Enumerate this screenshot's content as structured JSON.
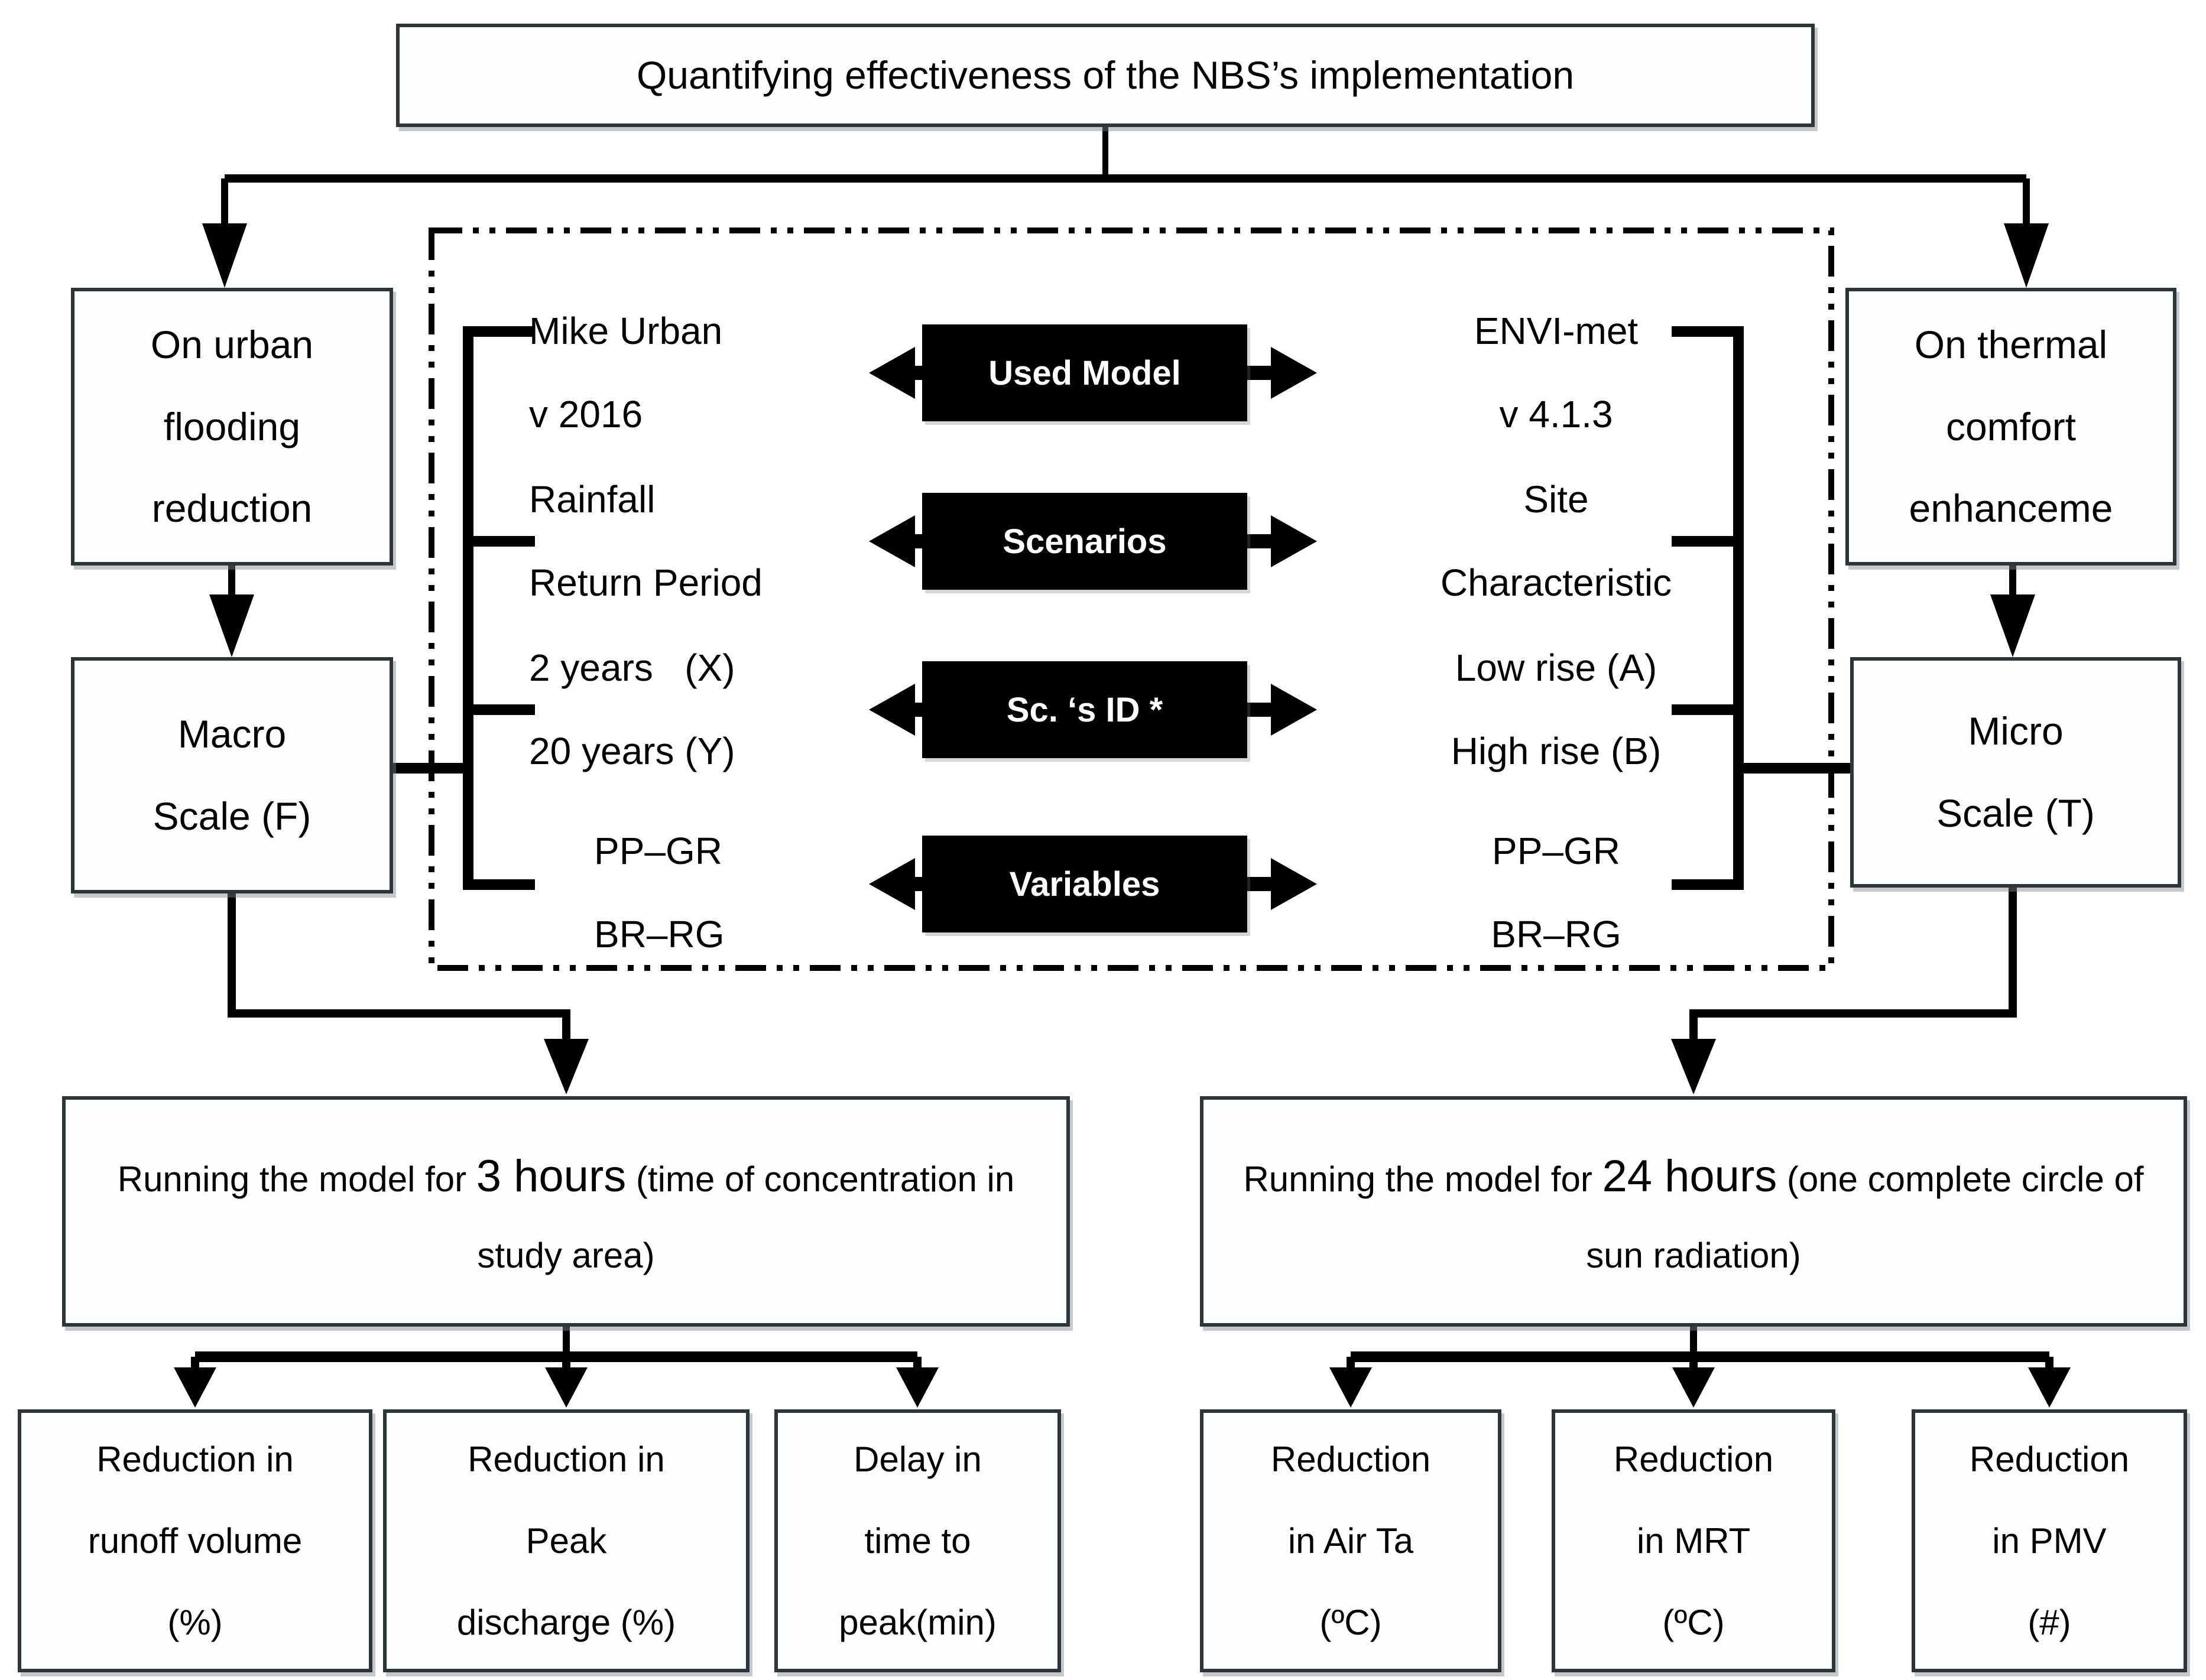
{
  "title": "Quantifying effectiveness of the NBS’s implementation",
  "branches": {
    "flood": {
      "focus": "On urban\nflooding\nreduction",
      "scale": "Macro\nScale (F)",
      "running_prefix": "Running the model for ",
      "running_duration": "3 hours",
      "running_suffix": " (time of concentration in study area)",
      "outcomes": [
        "Reduction in\nrunoff volume\n(%)",
        "Reduction in\nPeak\ndischarge (%)",
        "Delay in\ntime to\npeak(min)"
      ]
    },
    "thermal": {
      "focus": "On thermal\ncomfort\nenhanceme",
      "scale": "Micro\nScale (T)",
      "running_prefix": "Running the model for ",
      "running_duration": "24 hours",
      "running_suffix": " (one complete circle of sun radiation)",
      "outcomes": [
        "Reduction\nin Air Ta\n(ºC)",
        "Reduction\nin MRT\n(ºC)",
        "Reduction\nin PMV\n(#)"
      ]
    }
  },
  "matrix": {
    "rows": [
      {
        "left": "Mike Urban\nv 2016",
        "category": "Used Model",
        "right": "ENVI-met\nv 4.1.3"
      },
      {
        "left": "Rainfall\nReturn Period",
        "category": "Scenarios",
        "right": "Site\nCharacteristic"
      },
      {
        "left": "2 years   (X)\n20 years (Y)",
        "category": "Sc. ‘s ID *",
        "right": "Low rise (A)\nHigh rise (B)"
      },
      {
        "left": "PP–GR\nBR–RG",
        "category": "Variables",
        "right": "PP–GR\nBR–RG"
      }
    ]
  },
  "colors": {
    "line": "#000000",
    "box_border": "#2e3538",
    "label_bg": "#000000",
    "label_text": "#ffffff",
    "background": "#ffffff"
  }
}
